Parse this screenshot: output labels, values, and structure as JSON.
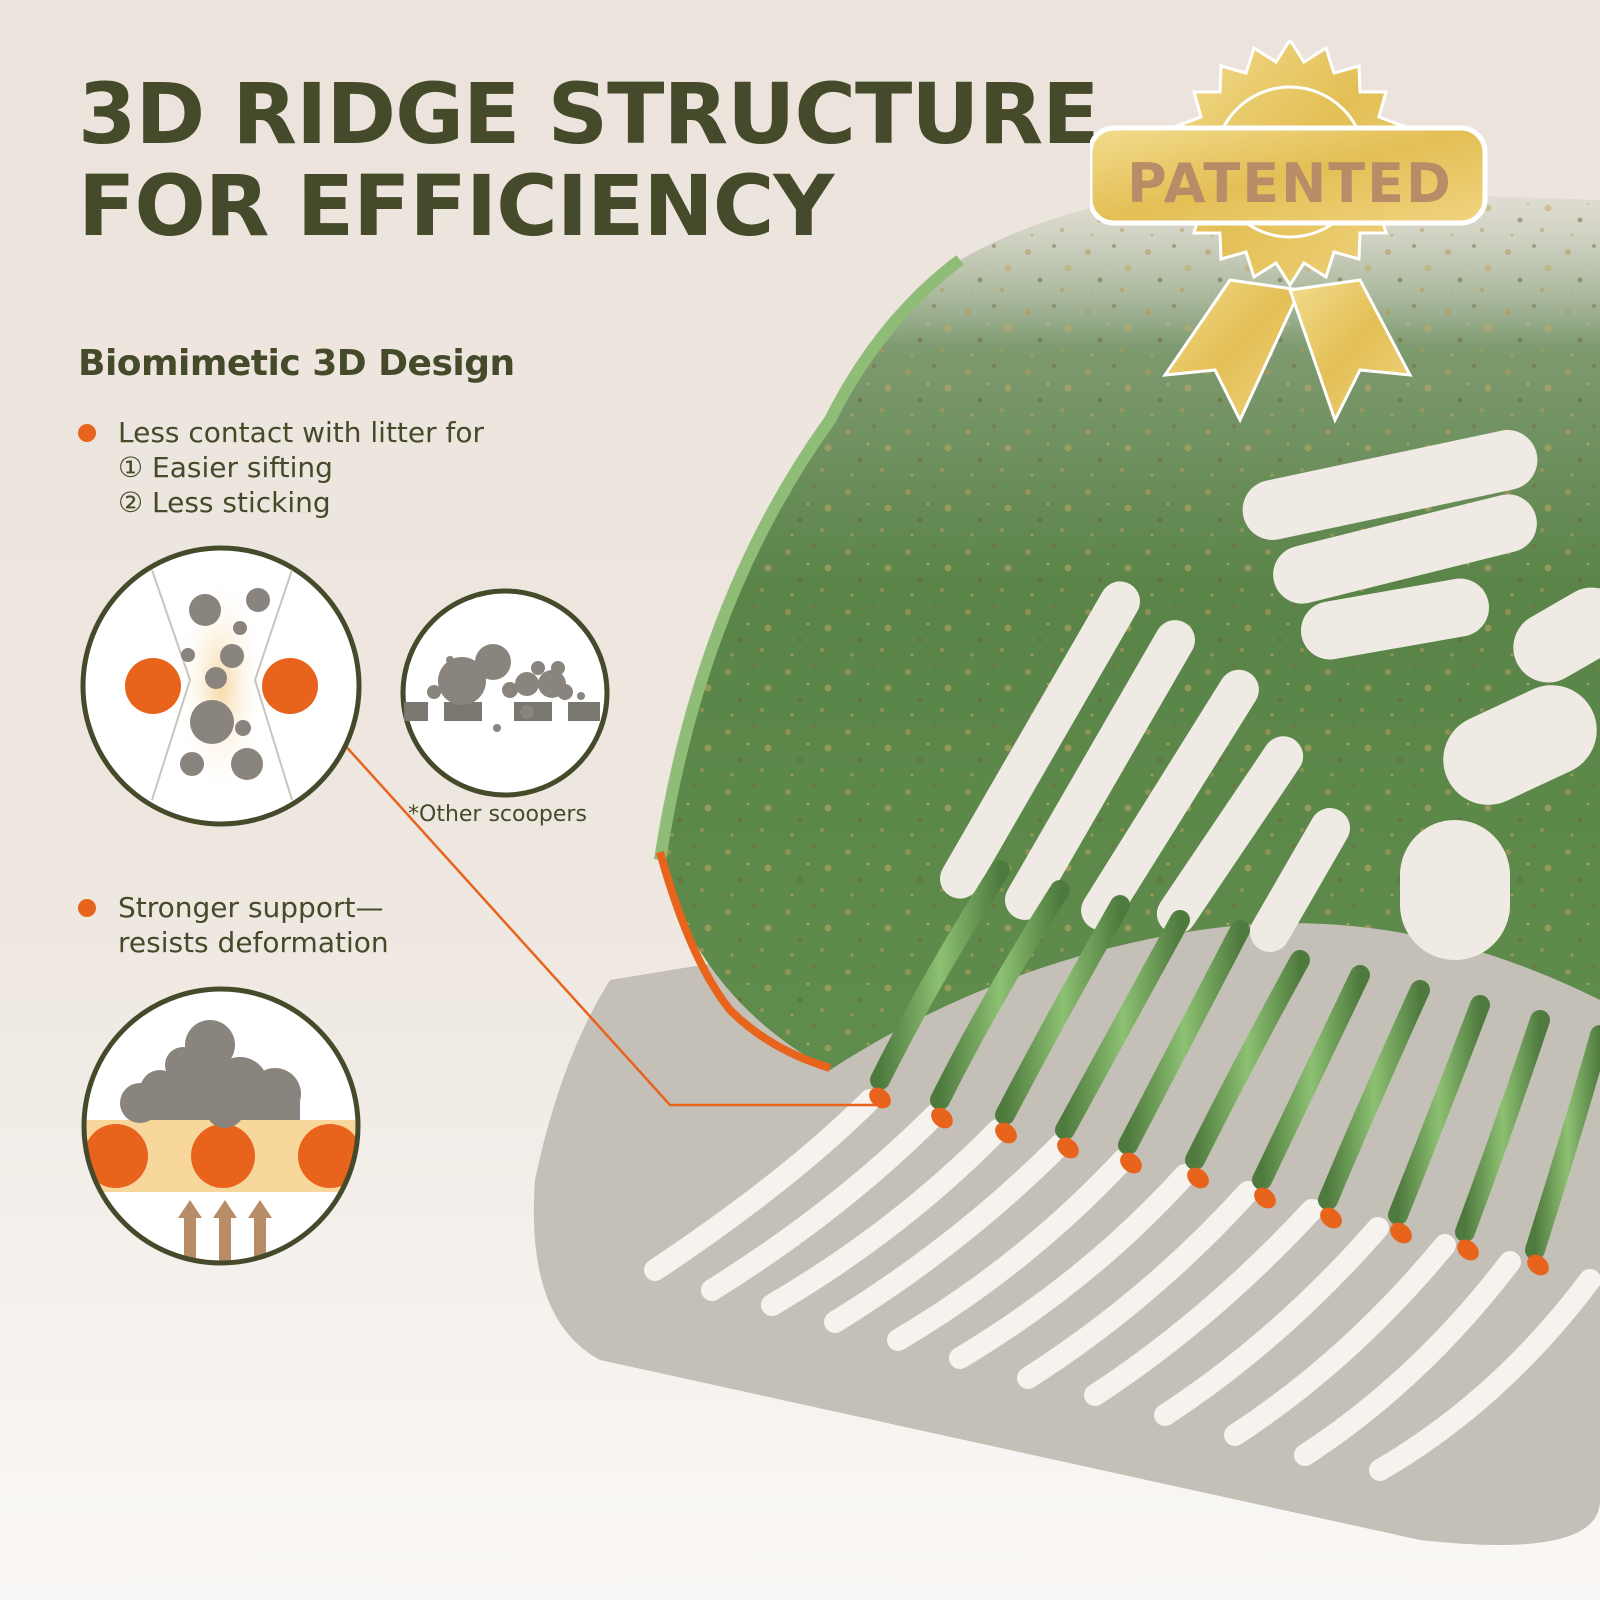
{
  "headline": {
    "line1": "3D RIDGE STRUCTURE",
    "line2": "FOR EFFICIENCY"
  },
  "badge": {
    "label": "PATENTED",
    "icon": "gold-seal-ribbon-icon"
  },
  "section": {
    "title": "Biomimetic 3D Design",
    "bullets": [
      {
        "lines": [
          "Less contact with litter for",
          "① Easier sifting",
          "② Less sticking"
        ]
      },
      {
        "lines": [
          "Stronger support—",
          "resists deformation"
        ]
      }
    ]
  },
  "diagrams": {
    "ridge_contact": "ridge-contact-diagram",
    "other_scoopers_caption": "*Other scoopers",
    "support": "support-diagram"
  },
  "colors": {
    "text": "#444a2a",
    "accent_orange": "#e8631c",
    "scoop_green": "#5f8a4c",
    "shadow_gray": "#c4c0b8",
    "gold": "#e8c766",
    "litter_gray": "#8a847e",
    "background": "#ece4dc"
  }
}
